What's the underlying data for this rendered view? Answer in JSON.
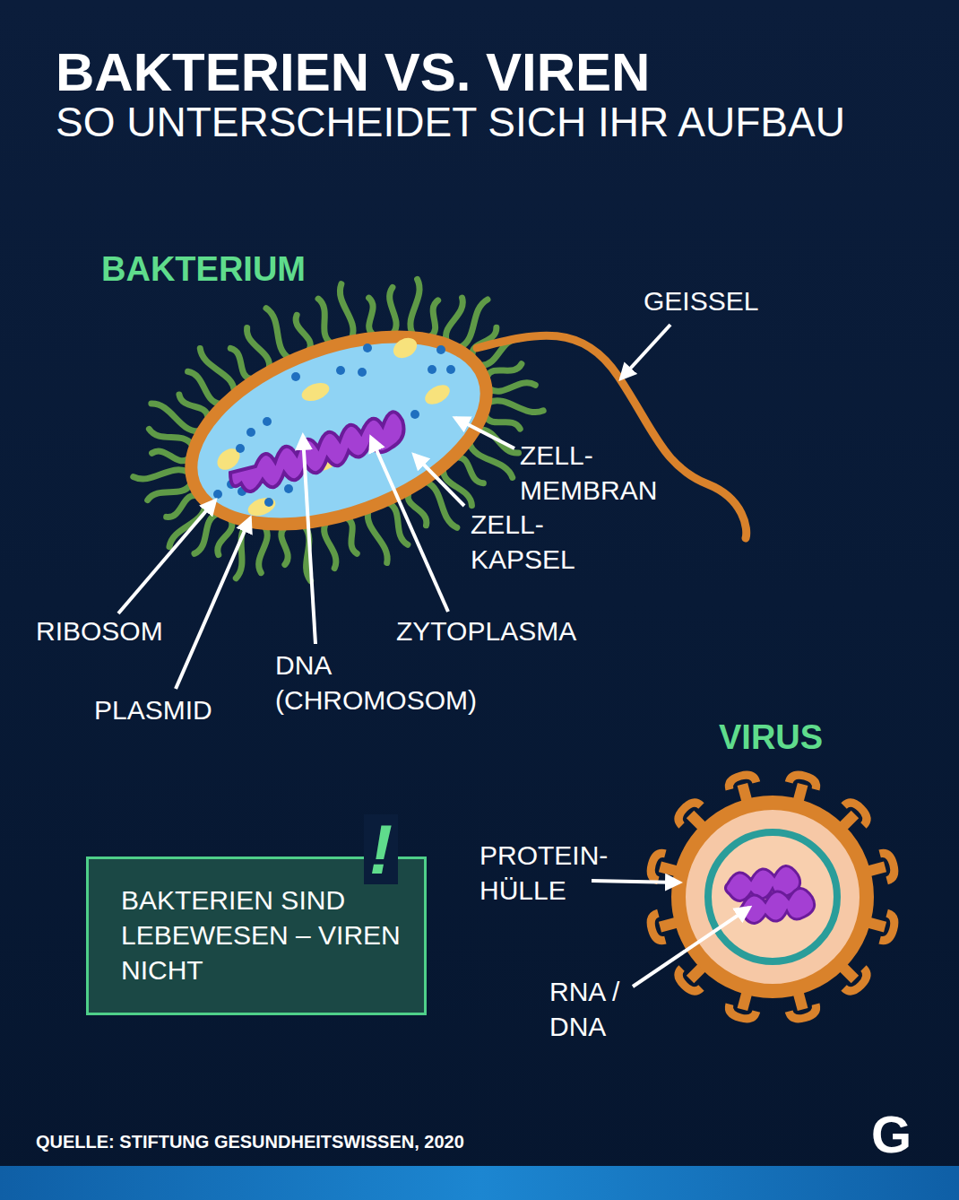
{
  "diagram": {
    "title": "BAKTERIEN VS. VIREN",
    "caption": "QUELLE: STIFTUNG GESUNDHEITSWISSEN, 2020",
    "nodes": [
      {
        "text": [
          "BAKTERIEN SIND LEBEWESEN – VIREN NICHT"
        ]
      }
    ],
    "labels": [
      "SO UNTERSCHEIDET SICH IHR AUFBAU",
      "BAKTERIUM",
      "GEISSEL",
      "ZELL- MEMBRAN",
      "ZELL- KAPSEL",
      "RIBOSOM",
      "PLASMID",
      "DNA (CHROMOSOM)",
      "ZYTOPLASMA",
      "VIRUS",
      "PROTEIN- HÜLLE",
      "RNA / DNA",
      "!",
      "G"
    ]
  }
}
